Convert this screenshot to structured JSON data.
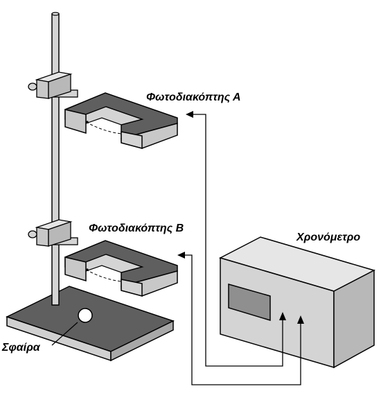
{
  "labels": {
    "photogate_a": "Φωτοδιακόπτης Α",
    "photogate_b": "Φωτοδιακόπτης Β",
    "timer": "Χρονόμετρο",
    "sphere": "Σφαίρα"
  },
  "colors": {
    "dark_face": "#5f5f5f",
    "dark_side": "#8f8f8f",
    "light_face": "#d4d4d4",
    "light_side": "#b8b8b8",
    "light_top": "#e6e6e6",
    "line": "#000000",
    "background": "#ffffff",
    "sphere": "#ffffff"
  }
}
